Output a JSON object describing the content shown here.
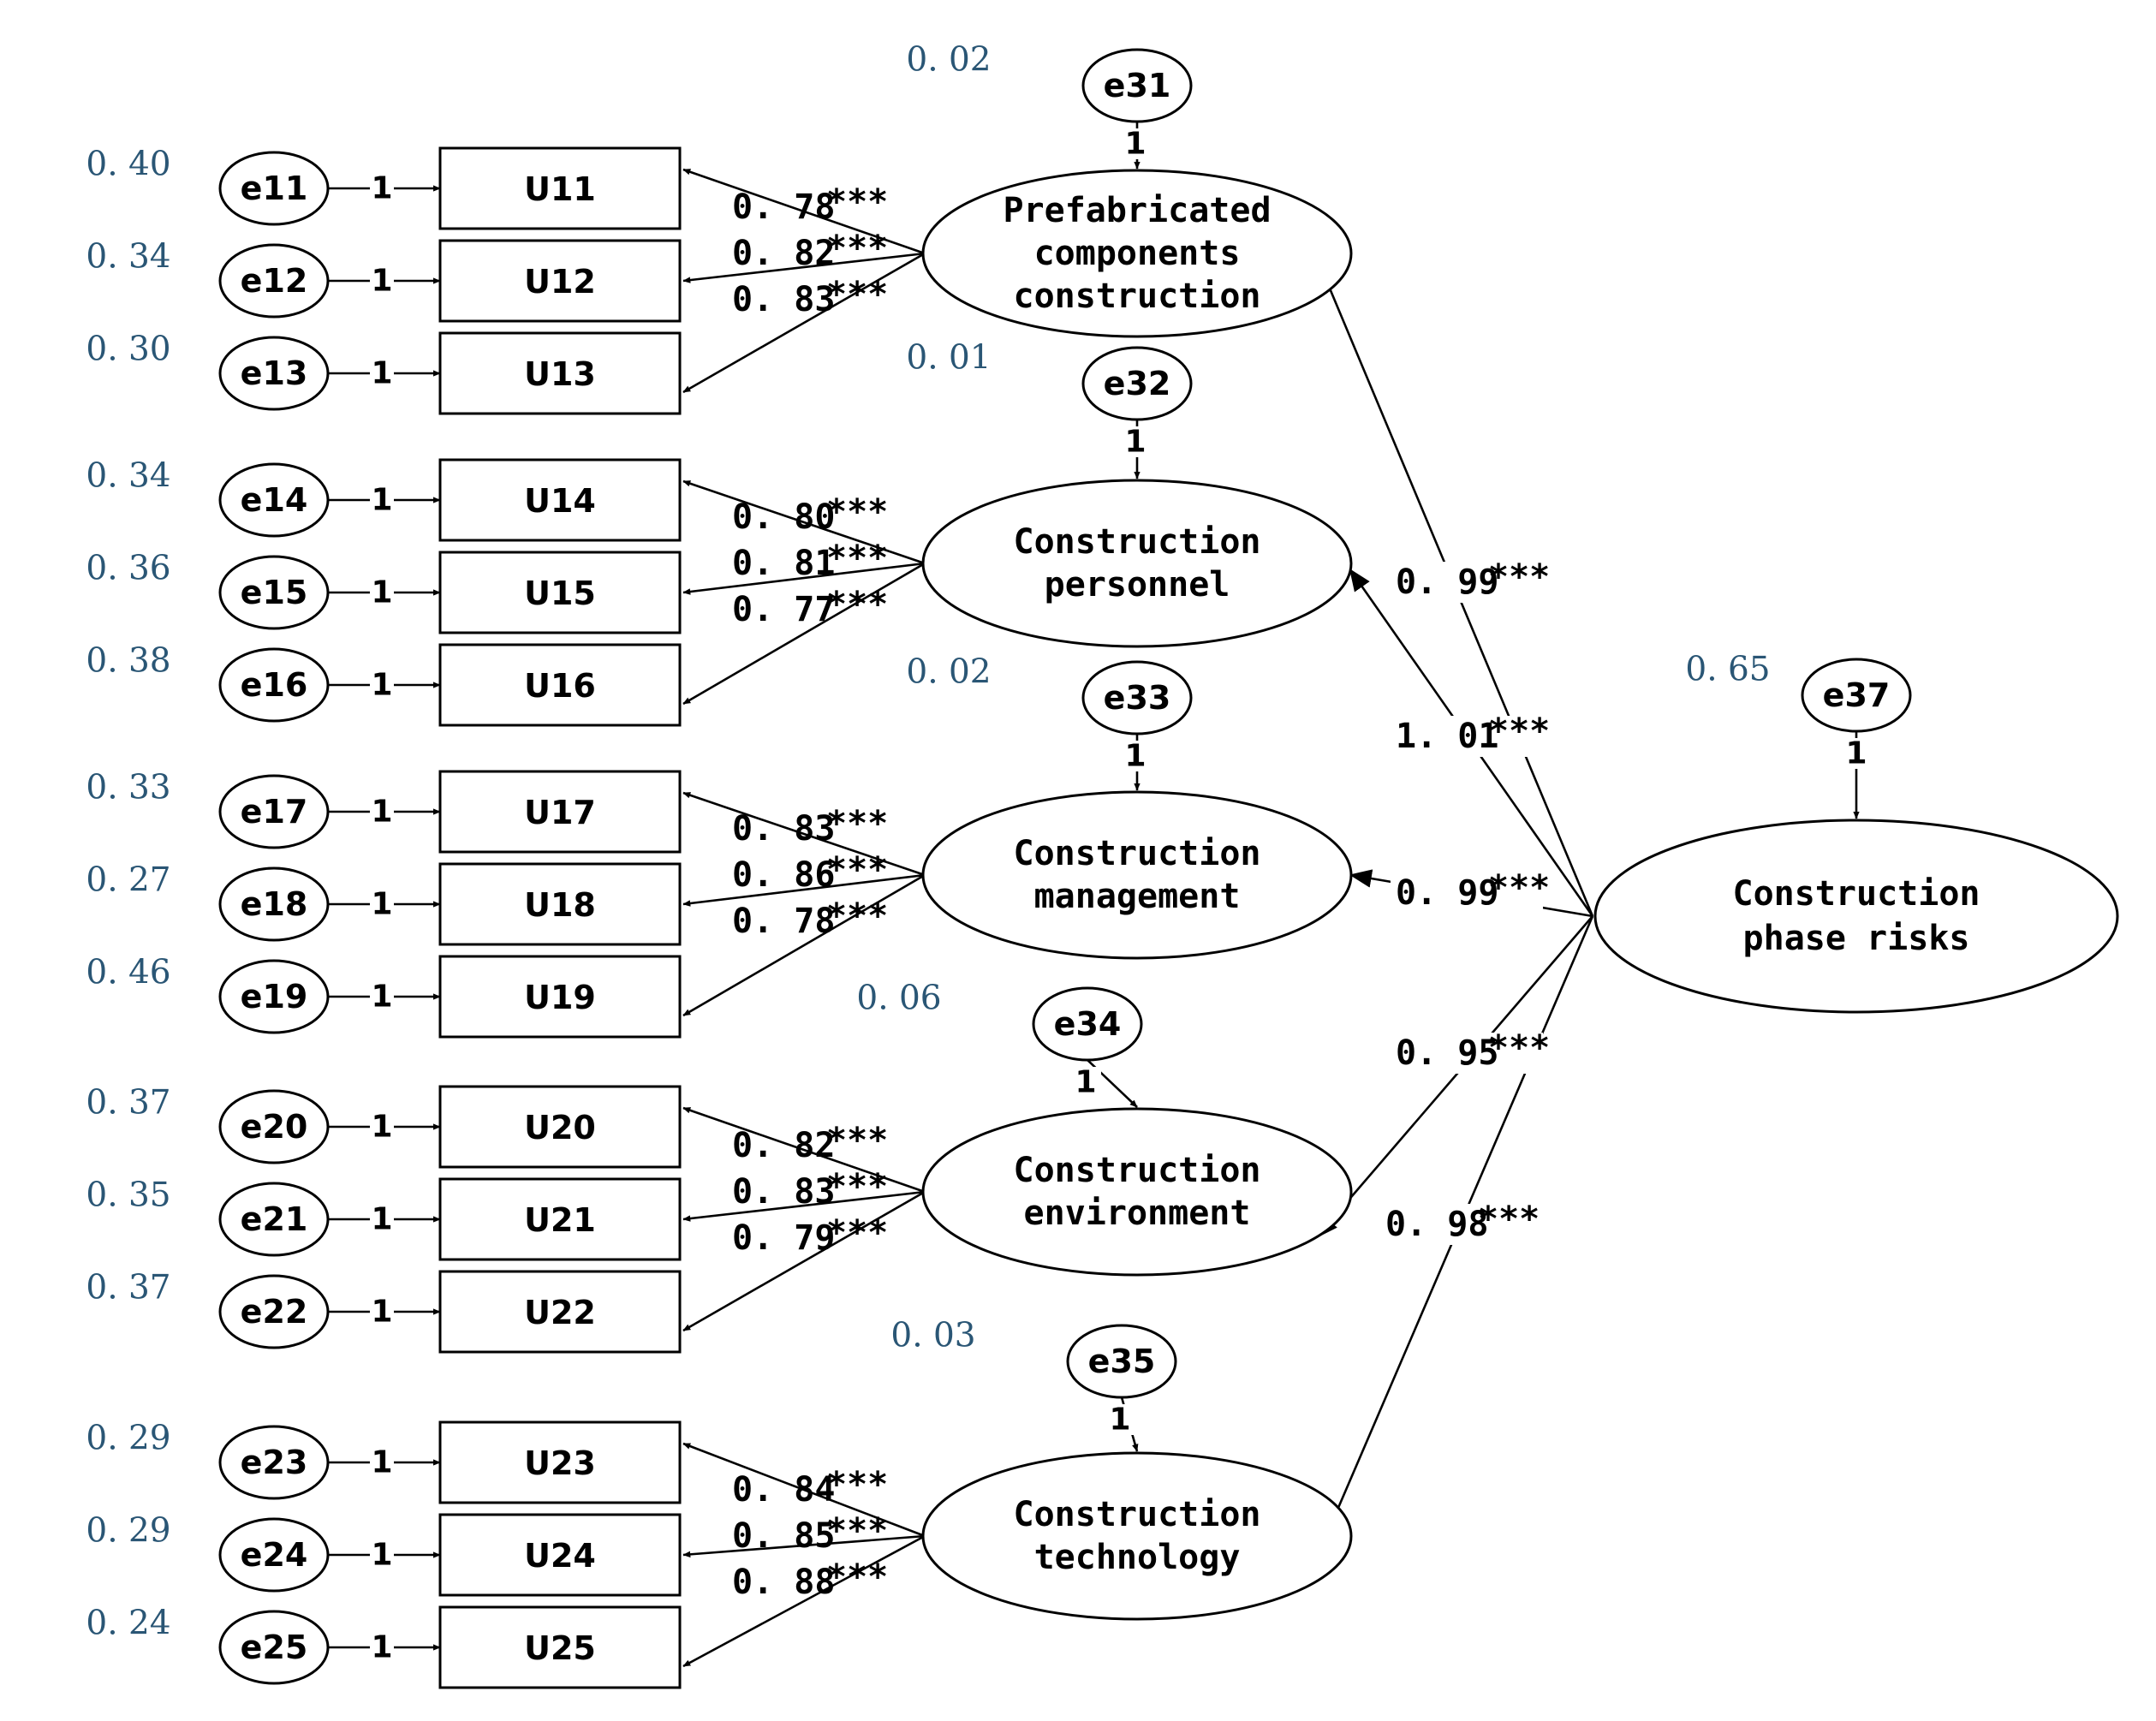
{
  "diagram": {
    "items": [
      {
        "name": "U11",
        "error": "e11",
        "variance": "0. 40",
        "loading": "0. 78",
        "path_label": "1"
      },
      {
        "name": "U12",
        "error": "e12",
        "variance": "0. 34",
        "loading": "0. 82",
        "path_label": "1"
      },
      {
        "name": "U13",
        "error": "e13",
        "variance": "0. 30",
        "loading": "0. 83",
        "path_label": "1"
      },
      {
        "name": "U14",
        "error": "e14",
        "variance": "0. 34",
        "loading": "0. 80",
        "path_label": "1"
      },
      {
        "name": "U15",
        "error": "e15",
        "variance": "0. 36",
        "loading": "0. 81",
        "path_label": "1"
      },
      {
        "name": "U16",
        "error": "e16",
        "variance": "0. 38",
        "loading": "0. 77",
        "path_label": "1"
      },
      {
        "name": "U17",
        "error": "e17",
        "variance": "0. 33",
        "loading": "0. 83",
        "path_label": "1"
      },
      {
        "name": "U18",
        "error": "e18",
        "variance": "0. 27",
        "loading": "0. 86",
        "path_label": "1"
      },
      {
        "name": "U19",
        "error": "e19",
        "variance": "0. 46",
        "loading": "0. 78",
        "path_label": "1"
      },
      {
        "name": "U20",
        "error": "e20",
        "variance": "0. 37",
        "loading": "0. 82",
        "path_label": "1"
      },
      {
        "name": "U21",
        "error": "e21",
        "variance": "0. 35",
        "loading": "0. 83",
        "path_label": "1"
      },
      {
        "name": "U22",
        "error": "e22",
        "variance": "0. 37",
        "loading": "0. 79",
        "path_label": "1"
      },
      {
        "name": "U23",
        "error": "e23",
        "variance": "0. 29",
        "loading": "0. 84",
        "path_label": "1"
      },
      {
        "name": "U24",
        "error": "e24",
        "variance": "0. 29",
        "loading": "0. 85",
        "path_label": "1"
      },
      {
        "name": "U25",
        "error": "e25",
        "variance": "0. 24",
        "loading": "0. 88",
        "path_label": "1"
      }
    ],
    "significance_mark": "***",
    "factors": [
      {
        "lines": [
          "Prefabricated",
          "components",
          "construction"
        ],
        "error": "e31",
        "variance": "0. 02",
        "path_label": "1",
        "loading": "0. 99"
      },
      {
        "lines": [
          "Construction",
          "personnel"
        ],
        "error": "e32",
        "variance": "0. 01",
        "path_label": "1",
        "loading": "1. 01"
      },
      {
        "lines": [
          "Construction",
          "management"
        ],
        "error": "e33",
        "variance": "0. 02",
        "path_label": "1",
        "loading": "0. 99"
      },
      {
        "lines": [
          "Construction",
          "environment"
        ],
        "error": "e34",
        "variance": "0. 06",
        "path_label": "1",
        "loading": "0. 95"
      },
      {
        "lines": [
          "Construction",
          "technology"
        ],
        "error": "e35",
        "variance": "0. 03",
        "path_label": "1",
        "loading": "0. 98"
      }
    ],
    "second_order": {
      "lines": [
        "Construction",
        "phase risks"
      ],
      "error": "e37",
      "variance": "0. 65",
      "path_label": "1"
    }
  }
}
